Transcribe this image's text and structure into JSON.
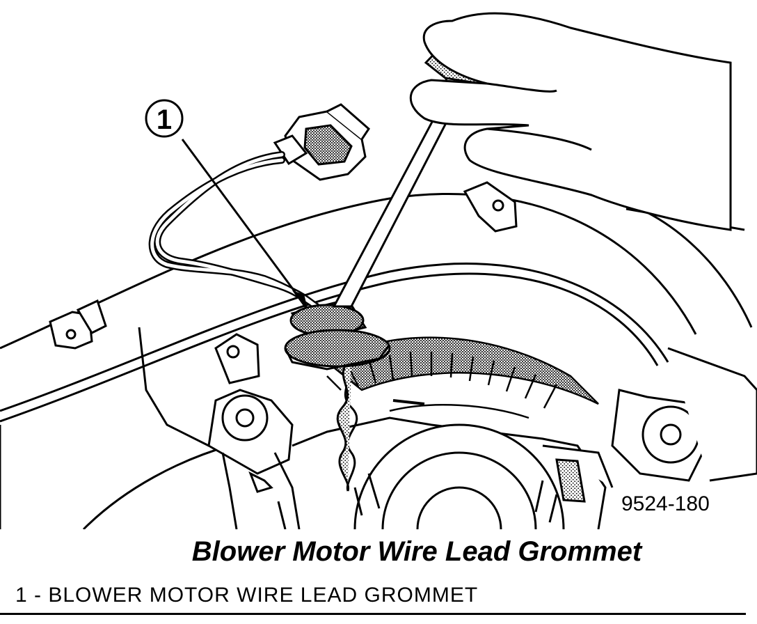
{
  "figure": {
    "callout_number": "1",
    "figure_number": "9524-180"
  },
  "caption": {
    "title": "Blower Motor Wire Lead Grommet"
  },
  "legend": {
    "items": [
      {
        "label": "1 - BLOWER MOTOR WIRE LEAD GROMMET"
      }
    ]
  }
}
